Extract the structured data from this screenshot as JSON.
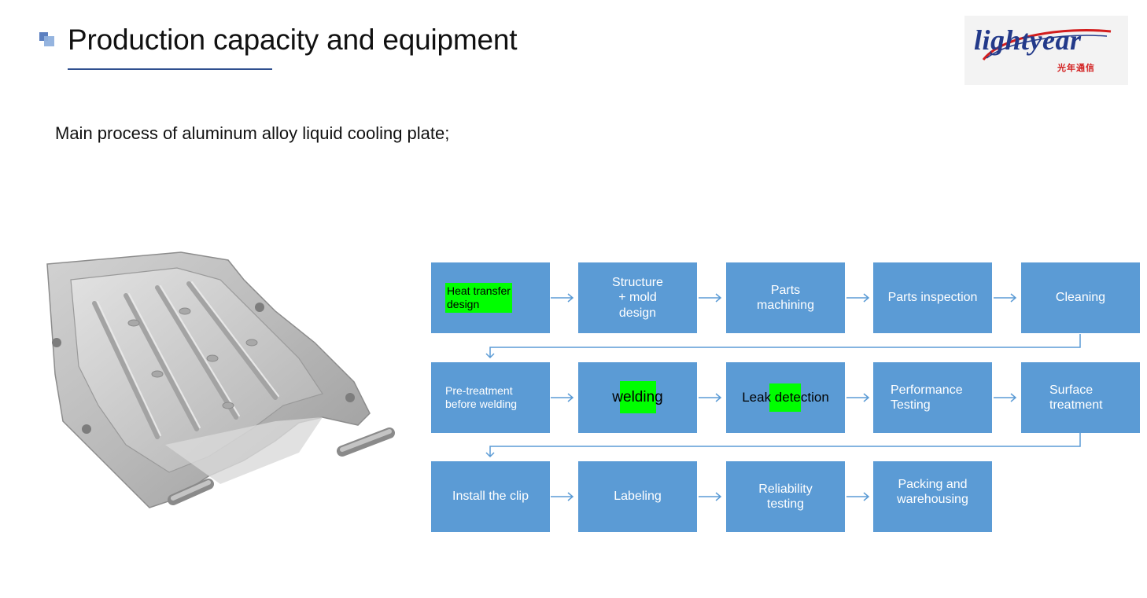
{
  "header": {
    "title": "Production capacity and equipment",
    "logo_text": "lightyear",
    "logo_subtext": "光年通信"
  },
  "subtitle": "Main process of aluminum alloy liquid cooling plate;",
  "photo": {
    "alt": "Aluminum alloy liquid cooling plate"
  },
  "process": {
    "steps": [
      "Heat transfer\ndesign",
      "Structure\n+ mold\ndesign",
      "Parts\nmachining",
      "Parts inspection",
      "Cleaning",
      "Pre-treatment\nbefore welding",
      "welding",
      "Leak detection",
      "Performance\nTesting",
      "Surface\ntreatment",
      "Install the clip",
      "Labeling",
      "Reliability\ntesting",
      "Packing and\nwarehousing"
    ],
    "highlighted": [
      "Heat transfer design",
      "welding",
      "Leak detection"
    ]
  },
  "colors": {
    "box": "#5b9bd5",
    "arrow": "#5b9bd5",
    "highlight": "#00ff00",
    "title_rule": "#2f4f8f"
  }
}
